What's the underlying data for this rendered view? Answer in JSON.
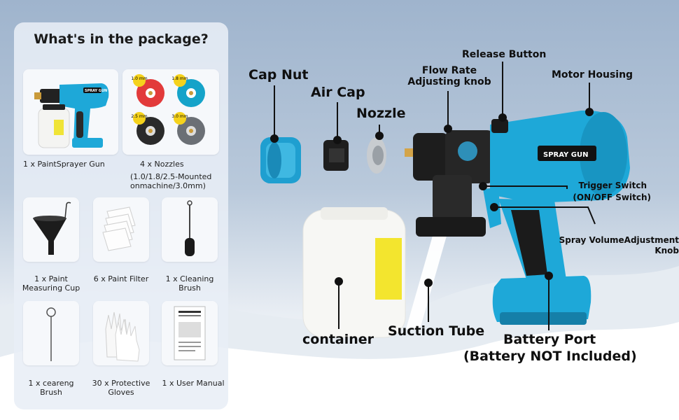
{
  "package": {
    "title": "What's in the package?",
    "items": [
      {
        "name": "1 x PaintSprayer Gun"
      },
      {
        "name": "4 x Nozzles",
        "detail": "(1.0/1.8/2.5-Mounted onmachine/3.0mm)"
      },
      {
        "name": "1 x Paint Measuring Cup"
      },
      {
        "name": "6 x Paint Filter"
      },
      {
        "name": "1 x Cleaning Brush"
      },
      {
        "name": "1 x ceareng Brush"
      },
      {
        "name": "30 x Protective Gloves"
      },
      {
        "name": "1 x User Manual"
      }
    ],
    "nozzle_sizes": [
      "1.0 mm",
      "1.8 mm",
      "2.5 mm",
      "3.0 mm"
    ],
    "gun_badge": "SPRAY GUN"
  },
  "parts": {
    "cap_nut": "Cap Nut",
    "air_cap": "Air Cap",
    "nozzle": "Nozzle",
    "flow_rate": "Flow Rate Adjusting knob",
    "release_button": "Release Button",
    "motor_housing": "Motor Housing",
    "trigger_switch": "Trigger Switch",
    "trigger_switch_note": "(ON/OFF Switch)",
    "spray_volume": "Spray VolumeAdjustment Knob",
    "container": "container",
    "suction_tube": "Suction Tube",
    "battery_port": "Battery Port",
    "battery_note": "(Battery NOT Included)"
  },
  "product": {
    "badge": "SPRAY GUN"
  },
  "colors": {
    "body_blue": "#1ea8d8",
    "dark": "#222222",
    "nozzle_red": "#e23a3a",
    "nozzle_teal": "#15a3c9",
    "nozzle_black": "#2a2a2a",
    "nozzle_grey": "#6b6f75"
  }
}
